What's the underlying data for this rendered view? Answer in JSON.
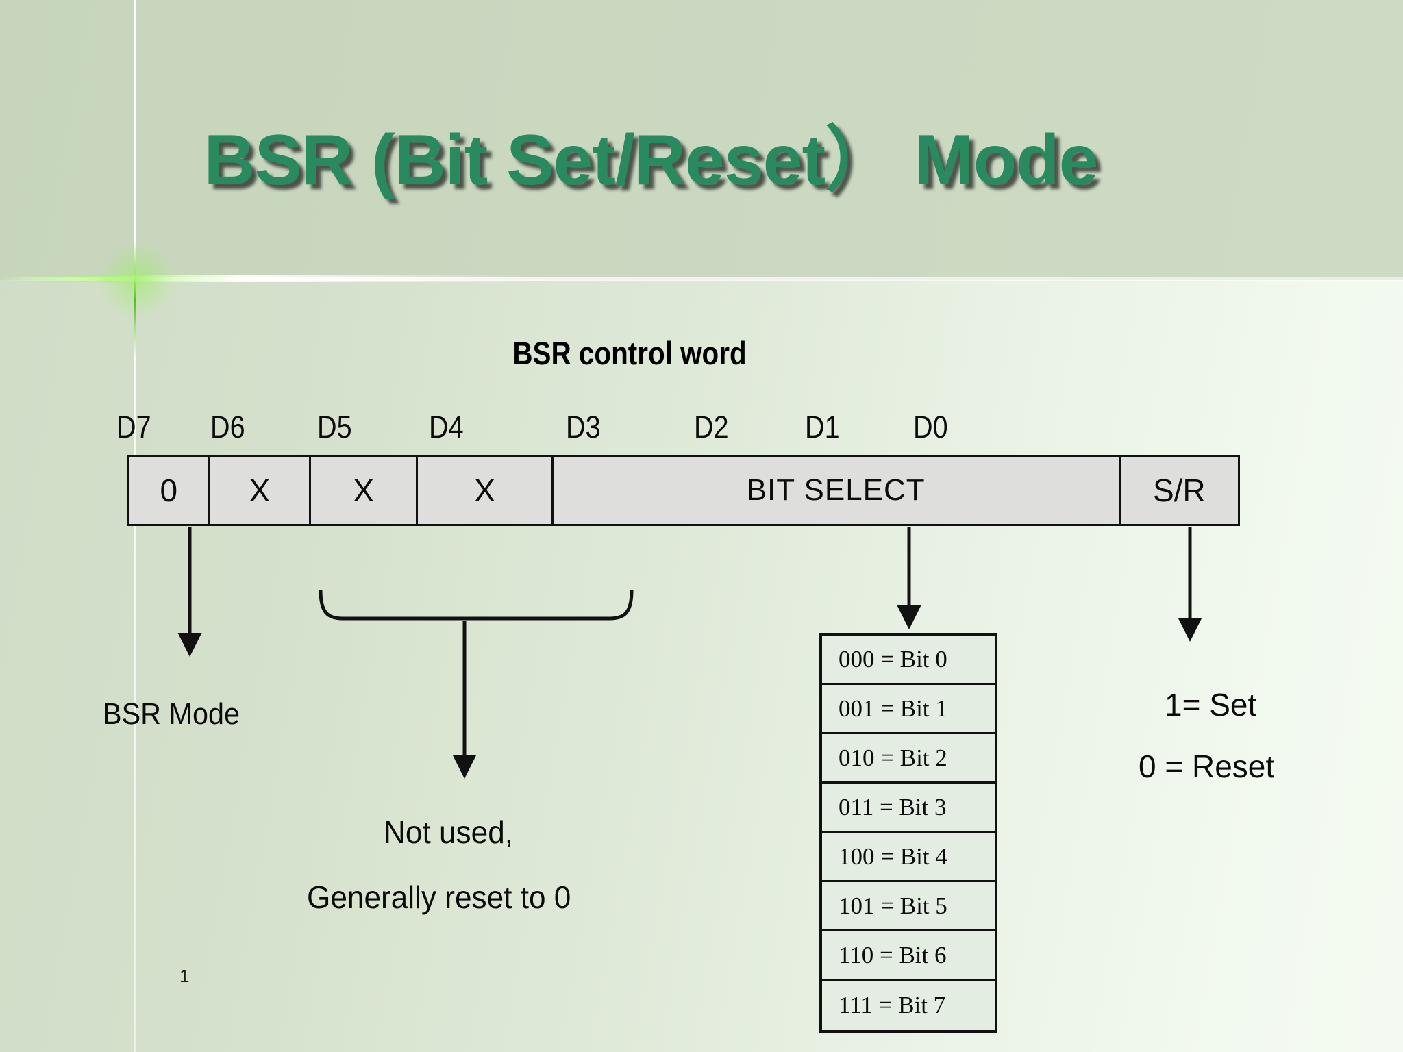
{
  "slide": {
    "title": "BSR (Bit Set/Reset） Mode",
    "page_number": "1",
    "title_color": "#2a8a5f",
    "band_color": "#c9d7bf"
  },
  "diagram": {
    "subtitle": "BSR control word",
    "bit_labels": [
      "D7",
      "D6",
      "D5",
      "D4",
      "D3",
      "D2",
      "D1",
      "D0"
    ],
    "control_word_cells": [
      {
        "label": "0"
      },
      {
        "label": "X"
      },
      {
        "label": "X"
      },
      {
        "label": "X"
      },
      {
        "label": "BIT SELECT"
      },
      {
        "label": "S/R"
      }
    ],
    "annotations": {
      "d7": "BSR Mode",
      "unused_line1": "Not used,",
      "unused_line2": "Generally reset to 0",
      "sr_set": "1= Set",
      "sr_reset": "0 = Reset"
    },
    "bit_select_legend": [
      "000 = Bit 0",
      "001 = Bit 1",
      "010 = Bit 2",
      "011 = Bit 3",
      "100 = Bit 4",
      "101 = Bit 5",
      "110 = Bit 6",
      "111 = Bit 7"
    ]
  }
}
